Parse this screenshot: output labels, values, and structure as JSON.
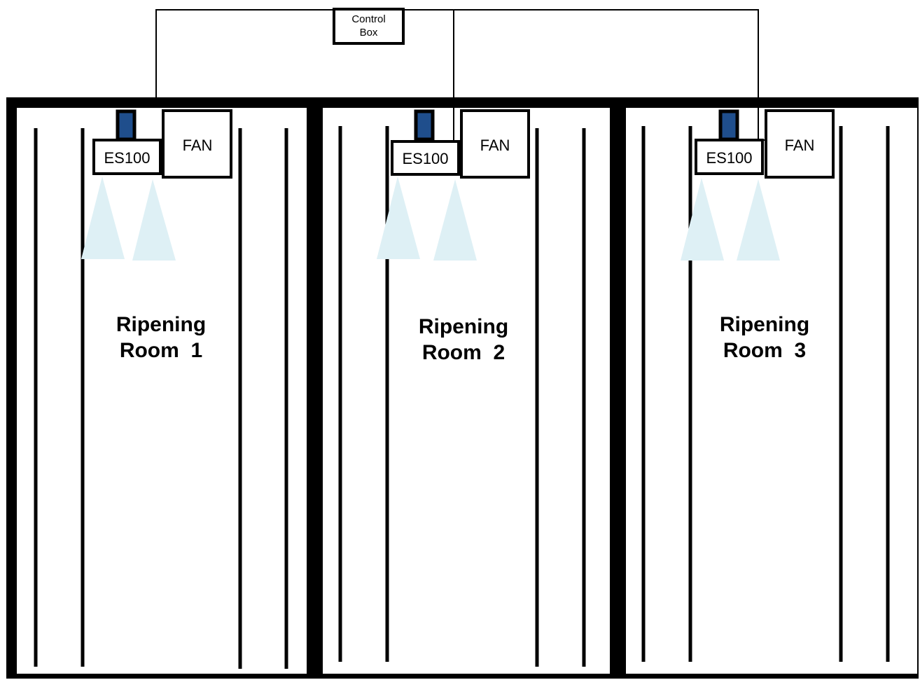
{
  "control_box": {
    "line1": "Control",
    "line2": "Box"
  },
  "rooms": [
    {
      "title_line1": "Ripening",
      "title_line2": "Room  1",
      "sensor_label": "ES100",
      "fan_label": "FAN"
    },
    {
      "title_line1": "Ripening",
      "title_line2": "Room  2",
      "sensor_label": "ES100",
      "fan_label": "FAN"
    },
    {
      "title_line1": "Ripening",
      "title_line2": "Room  3",
      "sensor_label": "ES100",
      "fan_label": "FAN"
    }
  ],
  "colors": {
    "wall": "#000000",
    "sensor_head": "#1f4e8c",
    "spray_cone": "#def0f5",
    "background": "#ffffff"
  }
}
